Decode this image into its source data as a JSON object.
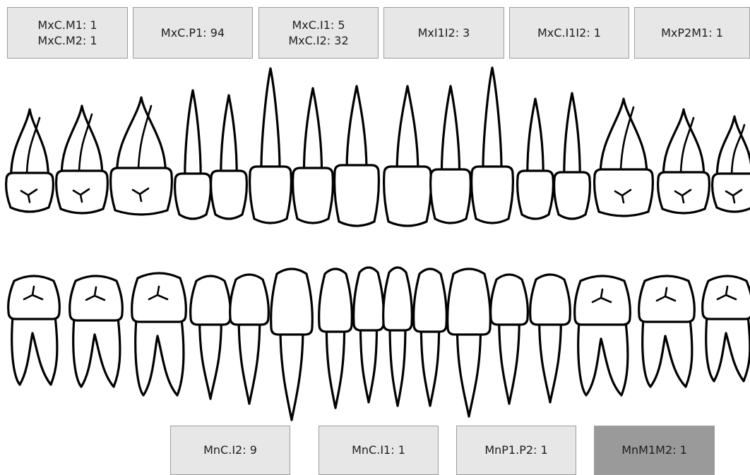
{
  "maxillary_labels": [
    {
      "lines": [
        "MxC.M1: 1",
        "MxC.M2: 1"
      ]
    },
    {
      "lines": [
        "MxC.P1: 94"
      ]
    },
    {
      "lines": [
        "MxC.I1: 5",
        "MxC.I2: 32"
      ]
    },
    {
      "lines": [
        "MxI1I2: 3"
      ]
    },
    {
      "lines": [
        "MxC.I1I2: 1"
      ]
    },
    {
      "lines": [
        "MxP2M1: 1"
      ]
    }
  ],
  "mandibular_labels": [
    {
      "lines": [
        "MnC.I2: 9"
      ]
    },
    {
      "lines": [
        "MnC.I1: 1"
      ]
    },
    {
      "lines": [
        "MnP1.P2: 1"
      ]
    },
    {
      "lines": [
        "MnM1M2: 1"
      ],
      "highlighted": true
    }
  ],
  "colors": {
    "box_fill": "#e7e7e7",
    "box_border": "#9d9d9d",
    "box_highlight_fill": "#9a9a9a",
    "tooth_outline": "#000000"
  }
}
